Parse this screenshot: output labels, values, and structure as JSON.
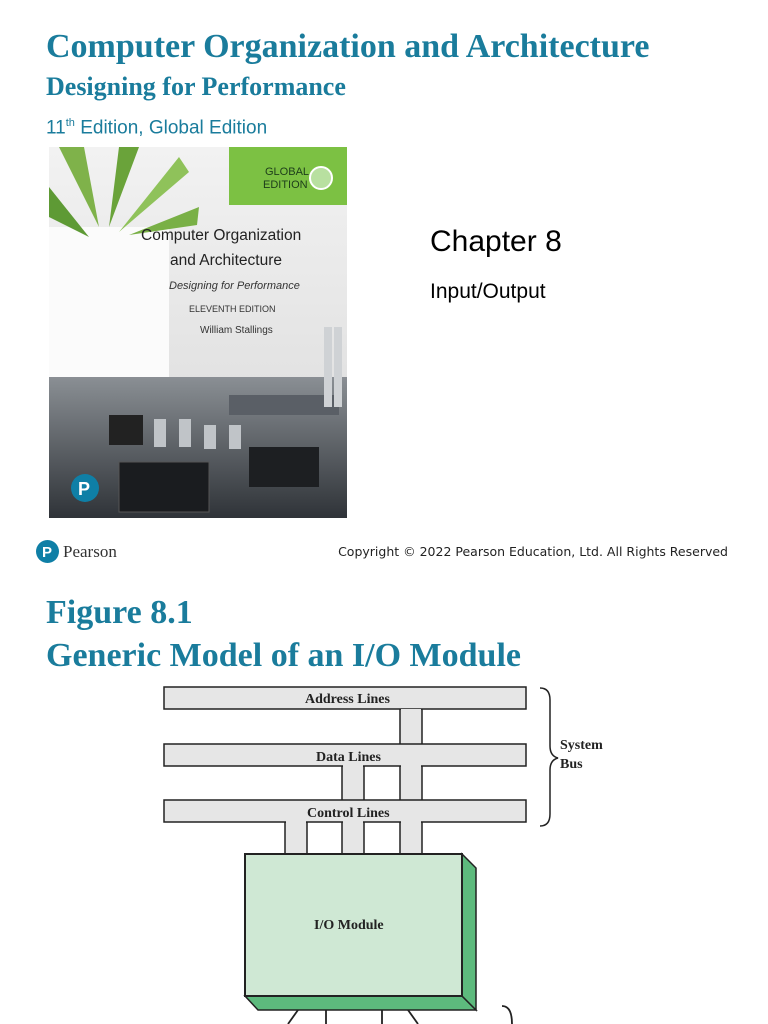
{
  "slide1": {
    "title": "Computer Organization and Architecture",
    "subtitle": "Designing for Performance",
    "edition_number": "11",
    "edition_suffix": "th",
    "edition_text": " Edition, Global Edition",
    "cover": {
      "badge_line1": "GLOBAL",
      "badge_line2": "EDITION",
      "title_line1": "Computer Organization",
      "title_line2": "and Architecture",
      "subtitle": "Designing for Performance",
      "edition": "ELEVENTH EDITION",
      "author": "William Stallings",
      "publisher_letter": "P"
    },
    "chapter": "Chapter 8",
    "chapter_title": "Input/Output",
    "logo_letter": "P",
    "logo_word": "Pearson",
    "copyright": "Copyright © 2022 Pearson Education, Ltd. All Rights Reserved"
  },
  "slide2": {
    "figure_label": "Figure 8.1",
    "figure_title": "Generic Model of an I/O Module",
    "diagram": {
      "bus_lines": [
        "Address Lines",
        "Data Lines",
        "Control Lines"
      ],
      "system_bus_line1": "System",
      "system_bus_line2": "Bus",
      "module_label": "I/O Module"
    }
  },
  "colors": {
    "title_teal": "#1a7c9c",
    "module_fill": "#cfe8d4",
    "module_side": "#5dba7d",
    "bus_fill": "#e6e6e6",
    "cover_green": "#7cc143"
  }
}
